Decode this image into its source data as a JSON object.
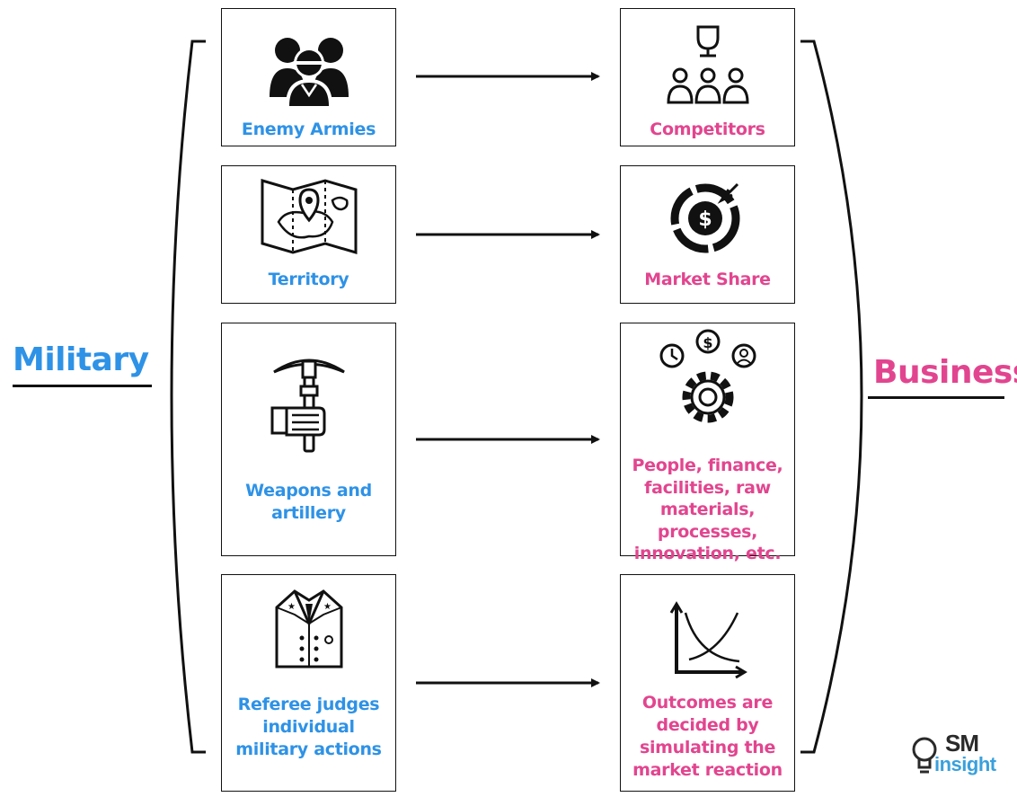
{
  "military": {
    "title": "Military",
    "items": [
      {
        "label": "Enemy Armies",
        "icon": "soldiers-group-icon"
      },
      {
        "label": "Territory",
        "icon": "territory-map-icon"
      },
      {
        "label": "Weapons and artillery",
        "icon": "pickaxe-hand-icon"
      },
      {
        "label": "Referee judges individual military actions",
        "icon": "military-uniform-icon"
      }
    ]
  },
  "business": {
    "title": "Business",
    "items": [
      {
        "label": "Competitors",
        "icon": "trophy-people-icon"
      },
      {
        "label": "Market Share",
        "icon": "dollar-target-icon"
      },
      {
        "label": "People, finance, facilities, raw materials, processes, innovation, etc.",
        "icon": "resources-gear-icon"
      },
      {
        "label": "Outcomes are decided by simulating the market reaction",
        "icon": "supply-demand-chart-icon"
      }
    ]
  },
  "logo": {
    "top": "SM",
    "bottom": "insight"
  },
  "colors": {
    "military": "#2e92e6",
    "business": "#e2458f",
    "ink": "#111111"
  }
}
